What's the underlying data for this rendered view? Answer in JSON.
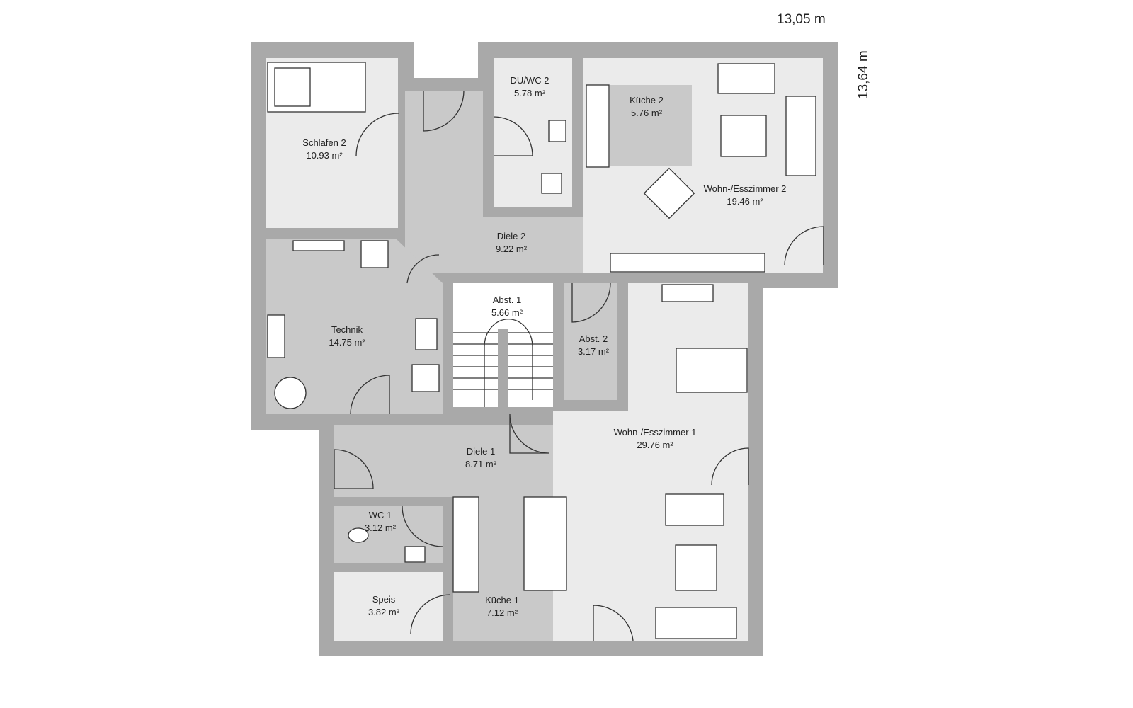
{
  "dimensions": {
    "width": "13,05 m",
    "height": "13,64 m"
  },
  "rooms": [
    {
      "id": "schlafen-2",
      "name": "Schlafen 2",
      "area": "10.93 m²"
    },
    {
      "id": "du-wc-2",
      "name": "DU/WC 2",
      "area": "5.78 m²"
    },
    {
      "id": "kueche-2",
      "name": "Küche 2",
      "area": "5.76 m²"
    },
    {
      "id": "wohn-2",
      "name": "Wohn-/Esszimmer 2",
      "area": "19.46 m²"
    },
    {
      "id": "diele-2",
      "name": "Diele 2",
      "area": "9.22 m²"
    },
    {
      "id": "technik",
      "name": "Technik",
      "area": "14.75 m²"
    },
    {
      "id": "abst-1",
      "name": "Abst. 1",
      "area": "5.66 m²"
    },
    {
      "id": "abst-2",
      "name": "Abst. 2",
      "area": "3.17 m²"
    },
    {
      "id": "wohn-1",
      "name": "Wohn-/Esszimmer 1",
      "area": "29.76 m²"
    },
    {
      "id": "diele-1",
      "name": "Diele 1",
      "area": "8.71 m²"
    },
    {
      "id": "wc-1",
      "name": "WC 1",
      "area": "3.12 m²"
    },
    {
      "id": "speis",
      "name": "Speis",
      "area": "3.82 m²"
    },
    {
      "id": "kueche-1",
      "name": "Küche 1",
      "area": "7.12 m²"
    }
  ]
}
